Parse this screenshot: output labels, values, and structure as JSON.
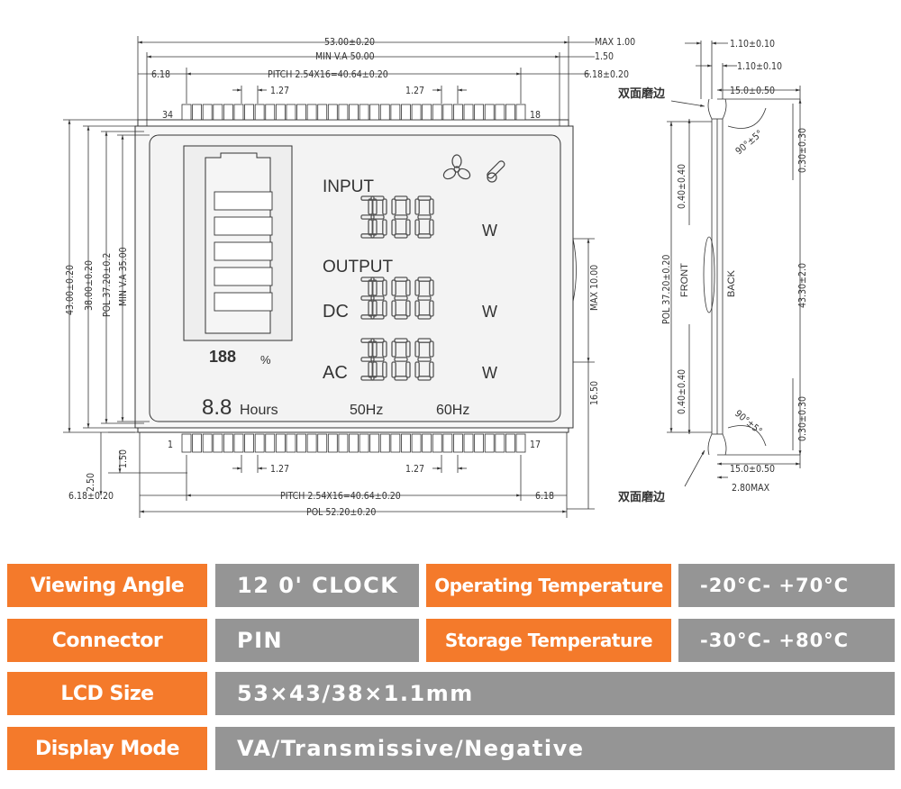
{
  "drawing": {
    "front_view": {
      "dimensions": {
        "overall_width": "53.00±0.20",
        "max_thickness": "MAX 1.00",
        "min_va_width": "MIN V.A 50.00",
        "offset_1_50": "1.50",
        "pin_offset_left_top": "6.18",
        "pitch_top": "PITCH 2.54X16=40.64±0.20",
        "pin_offset_right_top": "6.18±0.20",
        "pin_width_top_left": "1.27",
        "pin_width_top_right": "1.27",
        "overall_height": "43.00±0.20",
        "glass_height": "38.00±0.20",
        "pol_height": "POL 37.20±0.2",
        "min_va_height": "MIN V.A 35.00",
        "pin_length_max": "MAX 10.00",
        "bottom_to_pin": "16.50",
        "pin_base_1_50": "1.50",
        "pin_base_2_50": "2.50",
        "pin_width_bottom_left": "1.27",
        "pin_width_bottom_right": "1.27",
        "pin_offset_left_bottom": "6.18±0.20",
        "pitch_bottom": "PITCH 2.54X16=40.64±0.20",
        "pin_offset_right_bottom": "6.18",
        "pol_width": "POL 52.20±0.20"
      },
      "pin_labels": {
        "top_left": "34",
        "top_right": "18",
        "bottom_left": "1",
        "bottom_right": "17"
      },
      "pins_per_row": 17,
      "lcd_segments": {
        "input_label": "INPUT",
        "output_label": "OUTPUT",
        "dc_label": "DC",
        "ac_label": "AC",
        "unit_w": "W",
        "digits": "1888",
        "battery_percent_digits": "188",
        "percent_sign": "%",
        "hours_digits": "8.8",
        "hours_label": "Hours",
        "freq_50": "50Hz",
        "freq_60": "60Hz",
        "battery_bars": 5,
        "icons": [
          "fan-icon",
          "thermometer-icon"
        ]
      }
    },
    "side_view": {
      "dimensions": {
        "top_1": "1.10±0.10",
        "top_2": "1.10±0.10",
        "top_pin": "15.0±0.50",
        "top_gap": "0.30±0.30",
        "angle_top": "90°±5°",
        "seal_top": "0.40±0.40",
        "pol_height": "POL 37.20±0.20",
        "total_height": "43.30±2.0",
        "seal_bottom": "0.40±0.40",
        "bottom_gap": "0.30±0.30",
        "angle_bottom": "90°±5°",
        "bottom_pin": "15.0±0.50",
        "max_thickness": "2.80MAX"
      },
      "front_label": "FRONT",
      "back_label": "BACK",
      "edge_note_top": "双面磨边",
      "edge_note_bottom": "双面磨边"
    }
  },
  "specs": {
    "colors": {
      "key_bg": "#f47a2b",
      "value_bg": "#959595",
      "text": "#ffffff"
    },
    "rows": [
      {
        "items": [
          {
            "key": "Viewing Angle",
            "value": "12 0' CLOCK"
          },
          {
            "key": "Operating Temperature",
            "value": "-20°C- +70°C"
          }
        ]
      },
      {
        "items": [
          {
            "key": "Connector",
            "value": "PIN"
          },
          {
            "key": "Storage Temperature",
            "value": "-30°C- +80°C"
          }
        ]
      },
      {
        "items": [
          {
            "key": "LCD Size",
            "value": "53×43/38×1.1mm"
          }
        ]
      },
      {
        "items": [
          {
            "key": "Display Mode",
            "value": "VA/Transmissive/Negative"
          }
        ]
      }
    ]
  }
}
